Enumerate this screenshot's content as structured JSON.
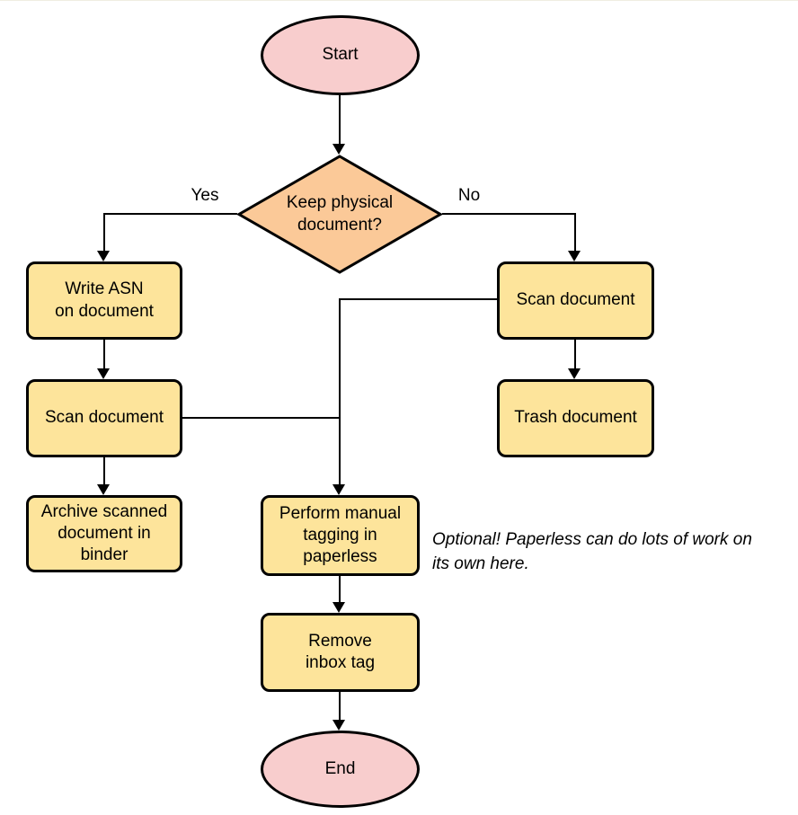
{
  "diagram": {
    "type": "flowchart",
    "colors": {
      "terminator_fill": "#F8CDCD",
      "decision_fill": "#FBC998",
      "process_fill": "#FDE49B",
      "stroke": "#000000",
      "background": "#FFFFFF"
    },
    "nodes": {
      "start": {
        "label": "Start",
        "shape": "terminator"
      },
      "decision": {
        "label": "Keep physical\ndocument?",
        "shape": "decision"
      },
      "write_asn": {
        "label": "Write ASN\non document",
        "shape": "process"
      },
      "scan_left": {
        "label": "Scan document",
        "shape": "process"
      },
      "archive": {
        "label": "Archive scanned\ndocument in\nbinder",
        "shape": "process"
      },
      "scan_right": {
        "label": "Scan document",
        "shape": "process"
      },
      "trash": {
        "label": "Trash document",
        "shape": "process"
      },
      "tagging": {
        "label": "Perform manual\ntagging in\npaperless",
        "shape": "process"
      },
      "remove_inbox": {
        "label": "Remove\ninbox tag",
        "shape": "process"
      },
      "end": {
        "label": "End",
        "shape": "terminator"
      }
    },
    "edge_labels": {
      "yes": "Yes",
      "no": "No"
    },
    "edges": [
      {
        "from": "start",
        "to": "decision"
      },
      {
        "from": "decision",
        "to": "write_asn",
        "label": "Yes"
      },
      {
        "from": "decision",
        "to": "scan_right",
        "label": "No"
      },
      {
        "from": "write_asn",
        "to": "scan_left"
      },
      {
        "from": "scan_left",
        "to": "archive"
      },
      {
        "from": "scan_left",
        "to": "tagging"
      },
      {
        "from": "scan_right",
        "to": "trash"
      },
      {
        "from": "scan_right",
        "to": "tagging"
      },
      {
        "from": "tagging",
        "to": "remove_inbox"
      },
      {
        "from": "remove_inbox",
        "to": "end"
      }
    ],
    "annotation": "Optional! Paperless can do lots of work on\nits own here."
  }
}
